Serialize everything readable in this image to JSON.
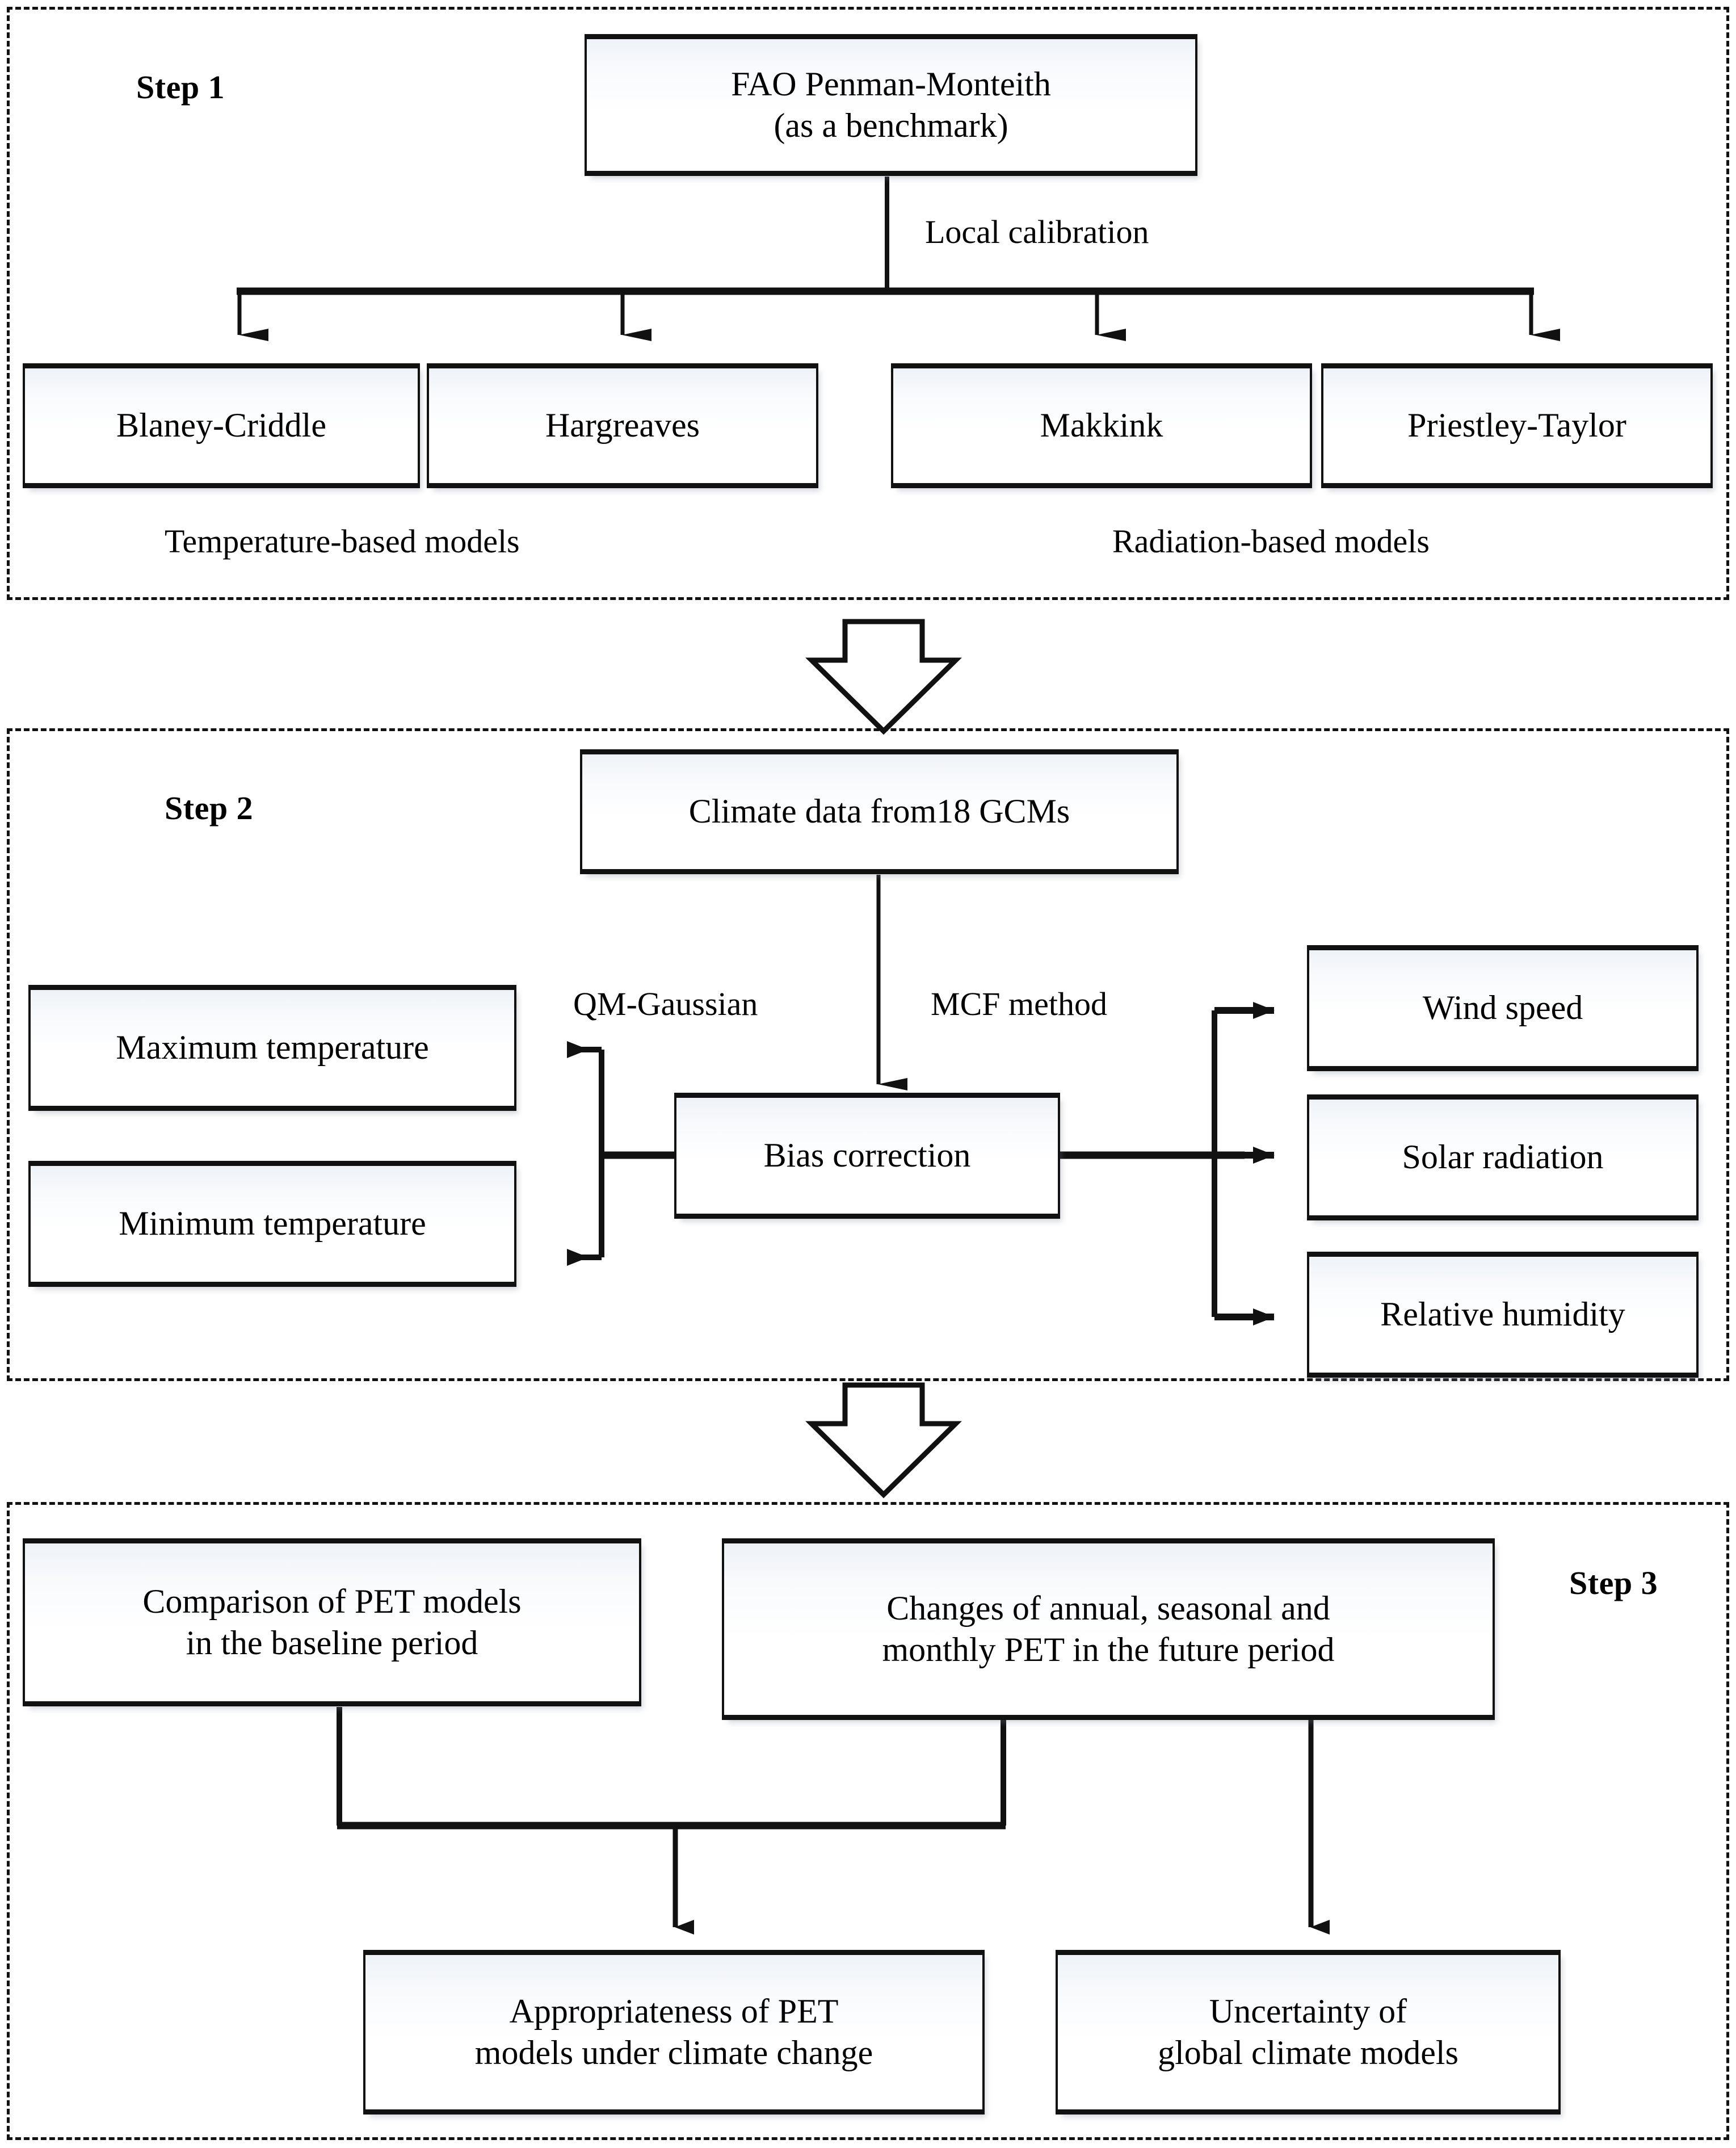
{
  "figure": {
    "type": "flowchart",
    "orientation": "vertical",
    "panels": [
      "Step 1",
      "Step 2",
      "Step 3"
    ]
  },
  "step1": {
    "label": "Step 1",
    "benchmark": {
      "line1": "FAO Penman-Monteith",
      "line2": "(as a benchmark)"
    },
    "edge_label": "Local calibration",
    "models": [
      {
        "name": "Blaney-Criddle"
      },
      {
        "name": "Hargreaves"
      },
      {
        "name": "Makkink"
      },
      {
        "name": "Priestley-Taylor"
      }
    ],
    "group_labels": {
      "temperature": "Temperature-based models",
      "radiation": "Radiation-based models"
    }
  },
  "step2": {
    "label": "Step 2",
    "source": "Climate data from18 GCMs",
    "process": "Bias correction",
    "method_left": "QM-Gaussian",
    "method_right": "MCF method",
    "outputs_left": [
      {
        "name": "Maximum temperature"
      },
      {
        "name": "Minimum temperature"
      }
    ],
    "outputs_right": [
      {
        "name": "Wind speed"
      },
      {
        "name": "Solar radiation"
      },
      {
        "name": "Relative humidity"
      }
    ]
  },
  "step3": {
    "label": "Step 3",
    "top_boxes": [
      {
        "line1": "Comparison of PET models",
        "line2": "in the baseline period"
      },
      {
        "line1": "Changes of annual, seasonal and",
        "line2": "monthly PET in the future period"
      }
    ],
    "bottom_boxes": [
      {
        "line1": "Appropriateness of PET",
        "line2": "models under climate change"
      },
      {
        "line1": "Uncertainty of",
        "line2": "global climate models"
      }
    ]
  },
  "colors": {
    "line": "#111111",
    "panel_border": "#111111",
    "box_fill_top": "#eef2f7",
    "box_fill_bottom": "#ffffff",
    "text": "#000000"
  }
}
